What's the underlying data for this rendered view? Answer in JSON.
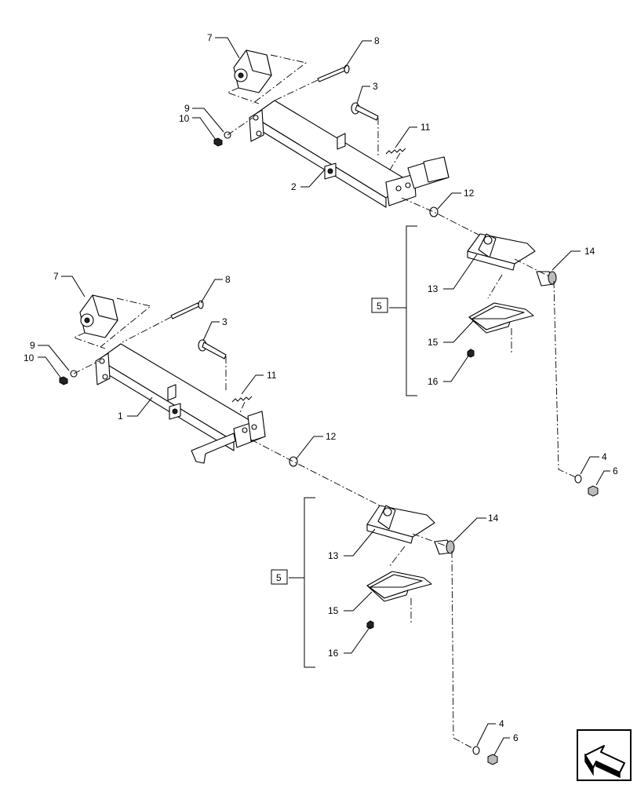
{
  "callouts": {
    "upper": {
      "c7": "7",
      "c8": "8",
      "c3": "3",
      "c9": "9",
      "c10": "10",
      "c11": "11",
      "c2": "2",
      "c12": "12",
      "c5": "5",
      "c13": "13",
      "c14": "14",
      "c15": "15",
      "c16": "16",
      "c4": "4",
      "c6": "6"
    },
    "lower": {
      "c7": "7",
      "c8": "8",
      "c3": "3",
      "c9": "9",
      "c10": "10",
      "c11": "11",
      "c1": "1",
      "c12": "12",
      "c5": "5",
      "c13": "13",
      "c14": "14",
      "c15": "15",
      "c16": "16",
      "c4": "4",
      "c6": "6"
    }
  },
  "icons": {
    "nav": "navigation-arrow-icon"
  }
}
